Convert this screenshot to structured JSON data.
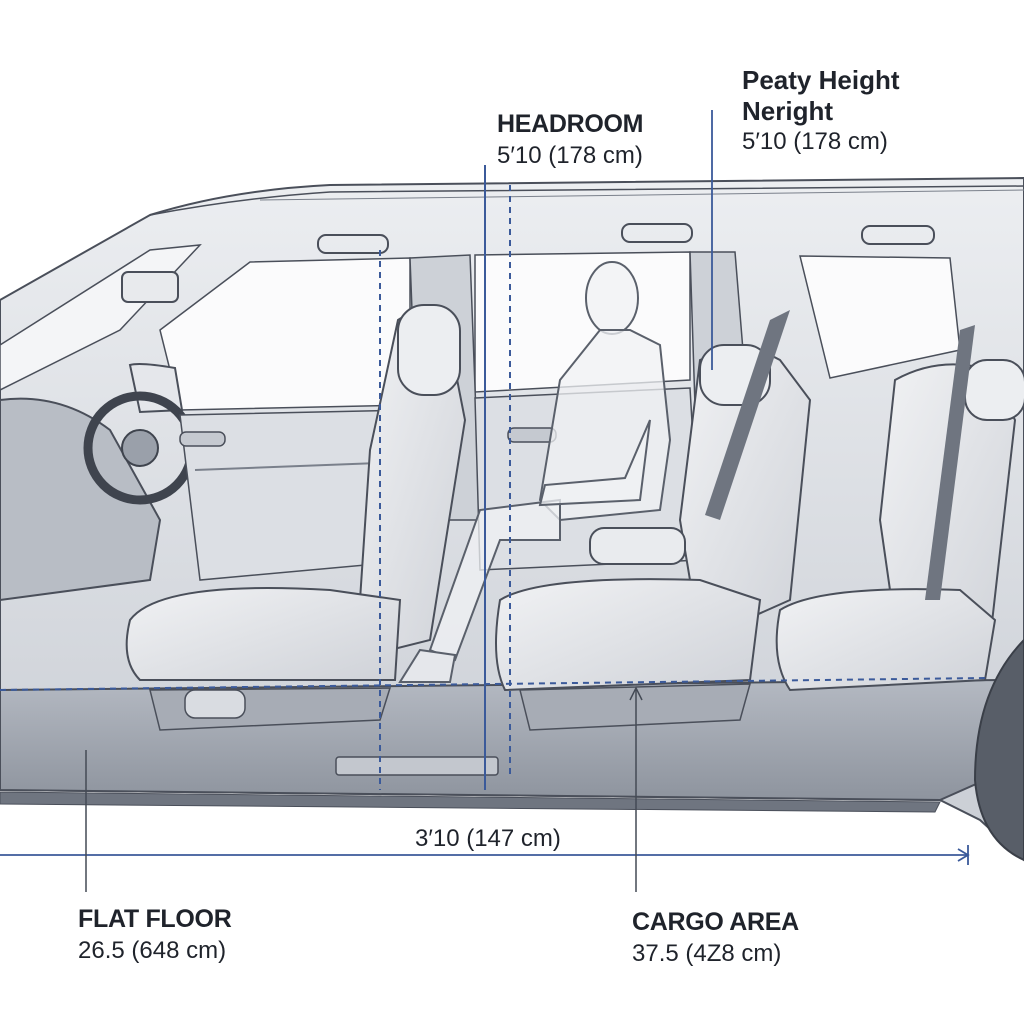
{
  "labels": {
    "headroom": {
      "title": "HEADROOM",
      "value": "5′10  (178 cm)"
    },
    "seat_height": {
      "title_line1": "Peaty Height",
      "title_line2": "Neright",
      "value": "5′10 (178 cm)"
    },
    "length": {
      "value": "3′10 (147 cm)"
    },
    "flat_floor": {
      "title": "FLAT FLOOR",
      "value": "26.5 (648 cm)"
    },
    "cargo_area": {
      "title": "CARGO AREA",
      "value": "37.5 (4Z8 cm)"
    }
  },
  "colors": {
    "accent_blue": "#3b5a9a",
    "outline": "#4a4f5a",
    "body_fill": "#d5d8de",
    "floor_fill": "#9aa0aa",
    "seat_fill": "#e6e8ec",
    "text": "#1f232b"
  }
}
